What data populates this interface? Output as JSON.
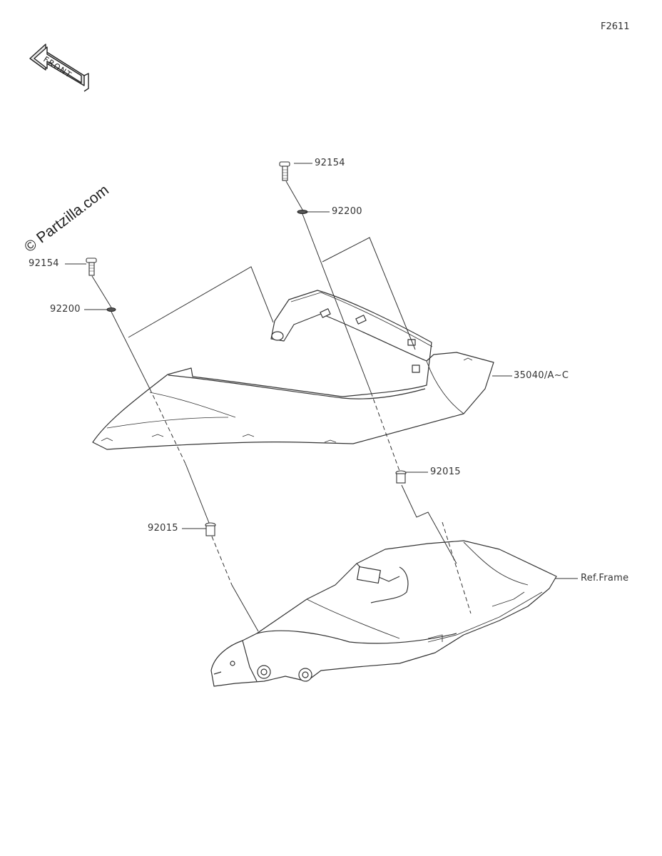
{
  "figure_id": "F2611",
  "watermark": "© Partzilla.com",
  "front_arrow_label": "FRONT",
  "parts": [
    {
      "number": "92154"
    },
    {
      "number": "92200"
    },
    {
      "number": "92154"
    },
    {
      "number": "92200"
    },
    {
      "number": "35040/A~C"
    },
    {
      "number": "92015"
    },
    {
      "number": "92015"
    },
    {
      "number": "Ref.Frame"
    }
  ]
}
